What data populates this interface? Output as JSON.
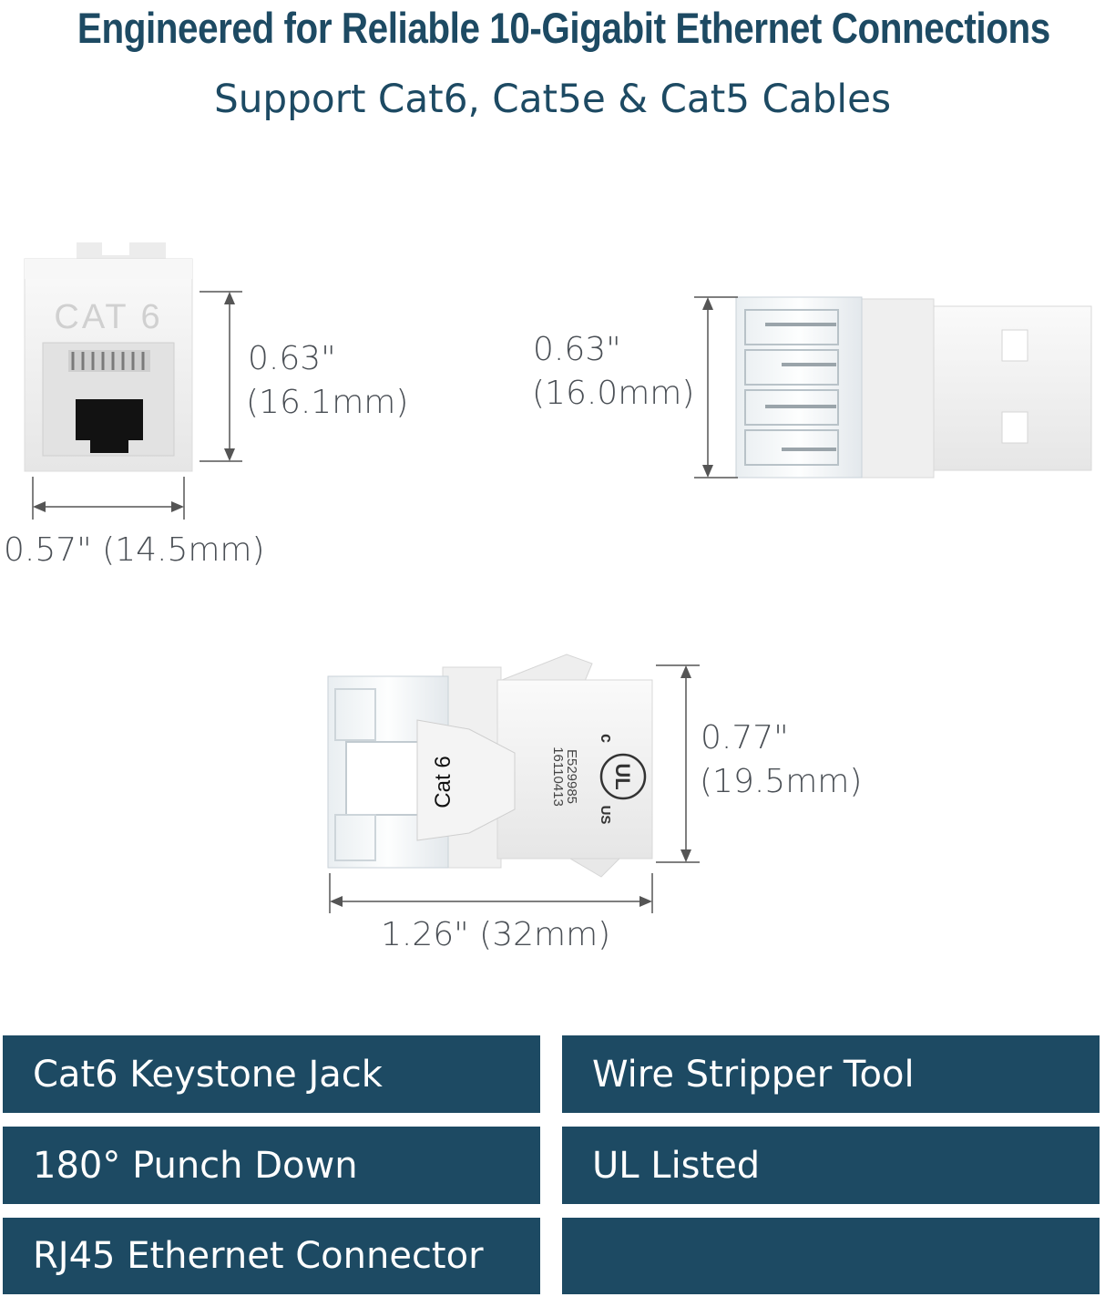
{
  "header": {
    "title": "Engineered for Reliable 10-Gigabit Ethernet Connections",
    "subtitle": "Support Cat6, Cat5e & Cat5 Cables"
  },
  "front_view": {
    "jack_label": "CAT 6",
    "height_in": "0.63\"",
    "height_mm": "(16.1mm)",
    "width": "0.57\" (14.5mm)"
  },
  "side_view": {
    "height_in": "0.63\"",
    "height_mm": "(16.0mm)"
  },
  "top_view": {
    "body_label": "Cat 6",
    "cert_code_1": "E529985",
    "cert_code_2": "16110413",
    "ul_mark": "UL",
    "ul_c": "c",
    "ul_us": "US",
    "height_in": "0.77\"",
    "height_mm": "(19.5mm)",
    "length": "1.26\" (32mm)"
  },
  "features": [
    "Cat6 Keystone Jack",
    "Wire Stripper Tool",
    "180° Punch Down",
    "UL Listed",
    "RJ45 Ethernet Connector",
    ""
  ],
  "colors": {
    "brand_navy": "#1d4a63",
    "dimension_text": "#4a4f55",
    "jack_white": "#f2f2f2",
    "jack_shadow": "#d7d7d7"
  }
}
